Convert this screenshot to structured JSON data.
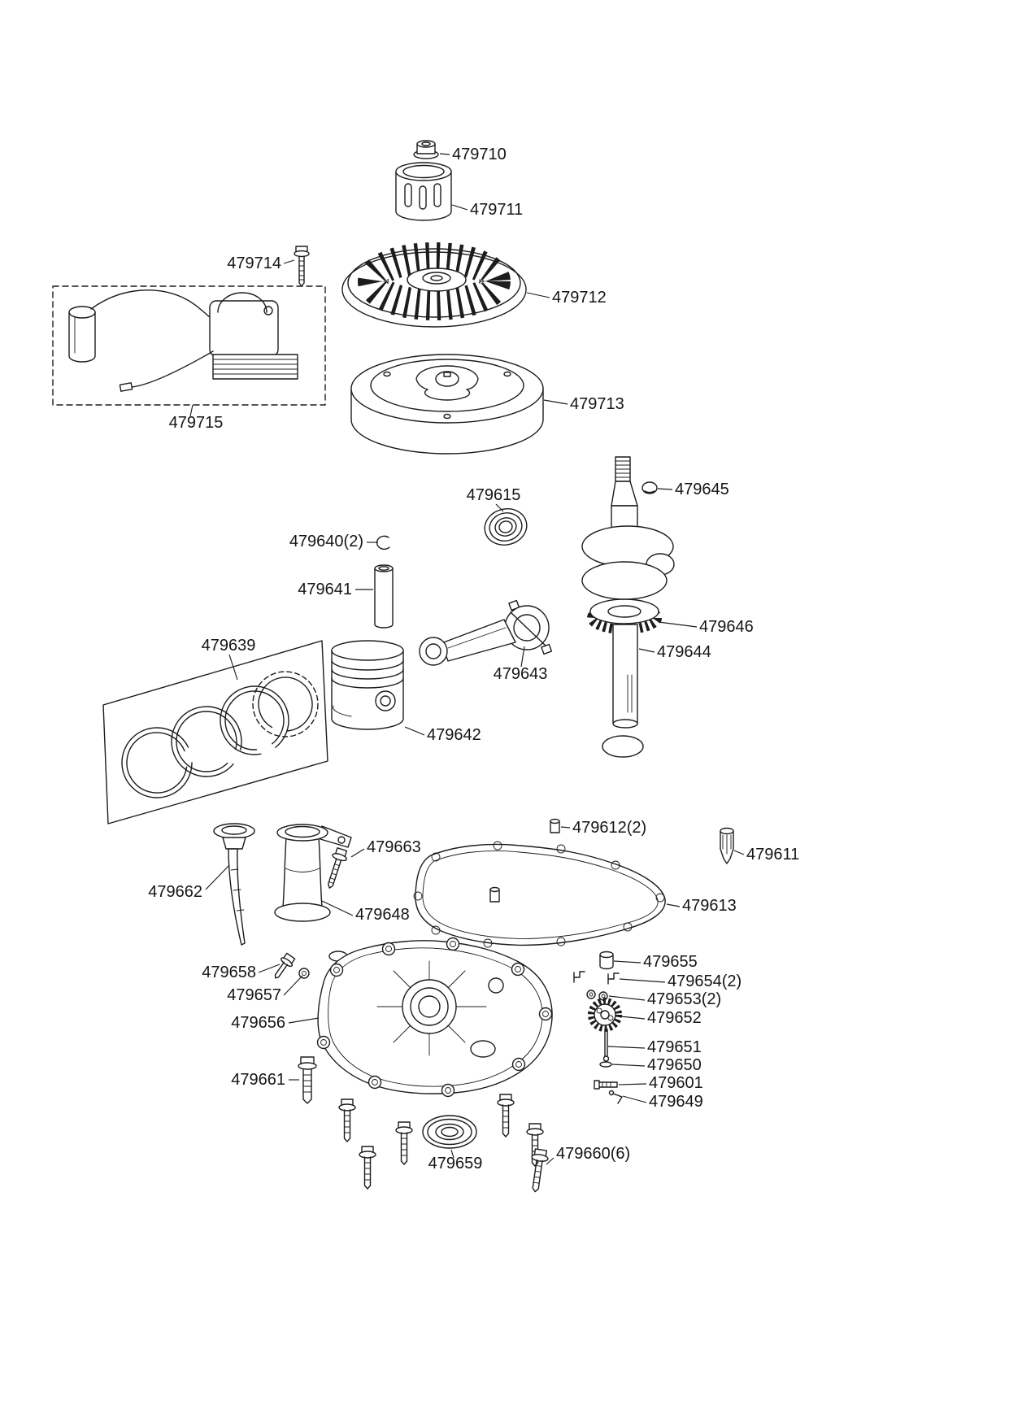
{
  "page": {
    "type": "engine-parts-exploded-diagram",
    "background": "#ffffff"
  },
  "colors": {
    "line": "#1c1c1c",
    "text": "#151515"
  },
  "parts": [
    {
      "id": "flange-nut",
      "label": "479710"
    },
    {
      "id": "starter-cup",
      "label": "479711"
    },
    {
      "id": "flywheel-bolt",
      "label": "479714"
    },
    {
      "id": "flywheel-fan",
      "label": "479712"
    },
    {
      "id": "flywheel",
      "label": "479713"
    },
    {
      "id": "ignition-coil",
      "label": "479715"
    },
    {
      "id": "bearing",
      "label": "479615"
    },
    {
      "id": "crankshaft-plug",
      "label": "479645"
    },
    {
      "id": "retaining-ring",
      "label": "479640(2)"
    },
    {
      "id": "piston-pin",
      "label": "479641"
    },
    {
      "id": "piston-ring-set",
      "label": "479639"
    },
    {
      "id": "connecting-rod",
      "label": "479643"
    },
    {
      "id": "timing-gear",
      "label": "479646"
    },
    {
      "id": "crankshaft",
      "label": "479644"
    },
    {
      "id": "piston",
      "label": "479642"
    },
    {
      "id": "dowel-pin",
      "label": "479612(2)"
    },
    {
      "id": "breather-valve",
      "label": "479611"
    },
    {
      "id": "tube-bolt",
      "label": "479663"
    },
    {
      "id": "dipstick",
      "label": "479662"
    },
    {
      "id": "oil-fill-tube",
      "label": "479648"
    },
    {
      "id": "sump-gasket",
      "label": "479613"
    },
    {
      "id": "governor-cup",
      "label": "479655"
    },
    {
      "id": "governor-clip",
      "label": "479654(2)"
    },
    {
      "id": "governor-washer",
      "label": "479653(2)"
    },
    {
      "id": "governor-gear",
      "label": "479652"
    },
    {
      "id": "governor-shaft",
      "label": "479651"
    },
    {
      "id": "thrust-washer",
      "label": "479650"
    },
    {
      "id": "oil-sump",
      "label": "479656"
    },
    {
      "id": "cover-bolt",
      "label": "479658"
    },
    {
      "id": "cover-washer",
      "label": "479657"
    },
    {
      "id": "governor-bolt",
      "label": "479601"
    },
    {
      "id": "governor-arm-pin",
      "label": "479649"
    },
    {
      "id": "sump-bolt-long",
      "label": "479661"
    },
    {
      "id": "oil-seal",
      "label": "479659"
    },
    {
      "id": "sump-bolts",
      "label": "479660(6)"
    }
  ]
}
